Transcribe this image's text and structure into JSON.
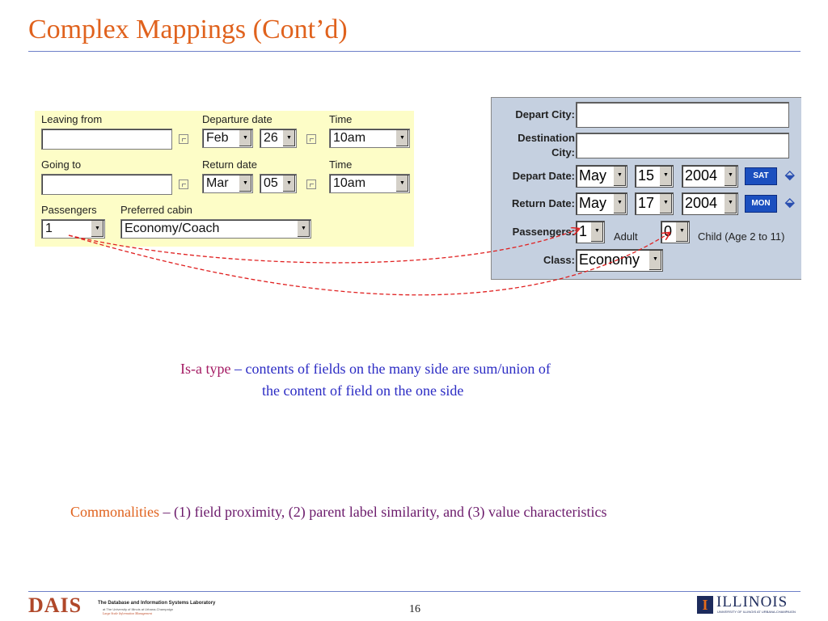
{
  "slide": {
    "title": "Complex Mappings (Cont’d)",
    "page_number": "16"
  },
  "left_form": {
    "leaving_from_label": "Leaving from",
    "departure_date_label": "Departure date",
    "time_label_1": "Time",
    "depart_month": "Feb",
    "depart_day": "26",
    "depart_time": "10am",
    "going_to_label": "Going to",
    "return_date_label": "Return date",
    "time_label_2": "Time",
    "return_month": "Mar",
    "return_day": "05",
    "return_time": "10am",
    "passengers_label": "Passengers",
    "passengers_value": "1",
    "cabin_label": "Preferred cabin",
    "cabin_value": "Economy/Coach"
  },
  "right_form": {
    "depart_city_label": "Depart City:",
    "destination_label_1": "Destination",
    "destination_label_2": "City:",
    "depart_date_label": "Depart Date:",
    "depart_month": "May",
    "depart_day": "15",
    "depart_year": "2004",
    "depart_day_button": "SAT",
    "return_date_label": "Return Date:",
    "return_month": "May",
    "return_day": "17",
    "return_year": "2004",
    "return_day_button": "MON",
    "passengers_label": "Passengers:",
    "adult_value": "1",
    "adult_label": "Adult",
    "child_value": "0",
    "child_label": "Child (Age 2 to 11)",
    "class_label": "Class:",
    "class_value": "Economy"
  },
  "body": {
    "isa_key": "Is-a type",
    "isa_text_1": " – contents of fields on the many side are sum/union of",
    "isa_text_2": "the content of field on the one side",
    "common_key": "Commonalities",
    "common_text": " – (1) field proximity, (2) parent label similarity, and (3) value characteristics"
  },
  "footer": {
    "dais_logo": "DAIS",
    "dais_lab": "The Database and Information Systems Laboratory",
    "dais_sub": "at The University of Illinois at Urbana-Champaign",
    "dais_sub2": "Large Scale Information Management",
    "illinois_mark": "I",
    "illinois_word": "ILLINOIS",
    "illinois_tag": "UNIVERSITY OF ILLINOIS AT URBANA-CHAMPAIGN"
  },
  "colors": {
    "title": "#e0621d",
    "isa_key": "#a41a63",
    "isa_text": "#2b2bc4",
    "common_key": "#e0621d",
    "common_text": "#6b1a6b",
    "arrows": "#e02020",
    "left_form_bg": "#fdfdc7",
    "right_form_bg": "#c5d0e0"
  }
}
